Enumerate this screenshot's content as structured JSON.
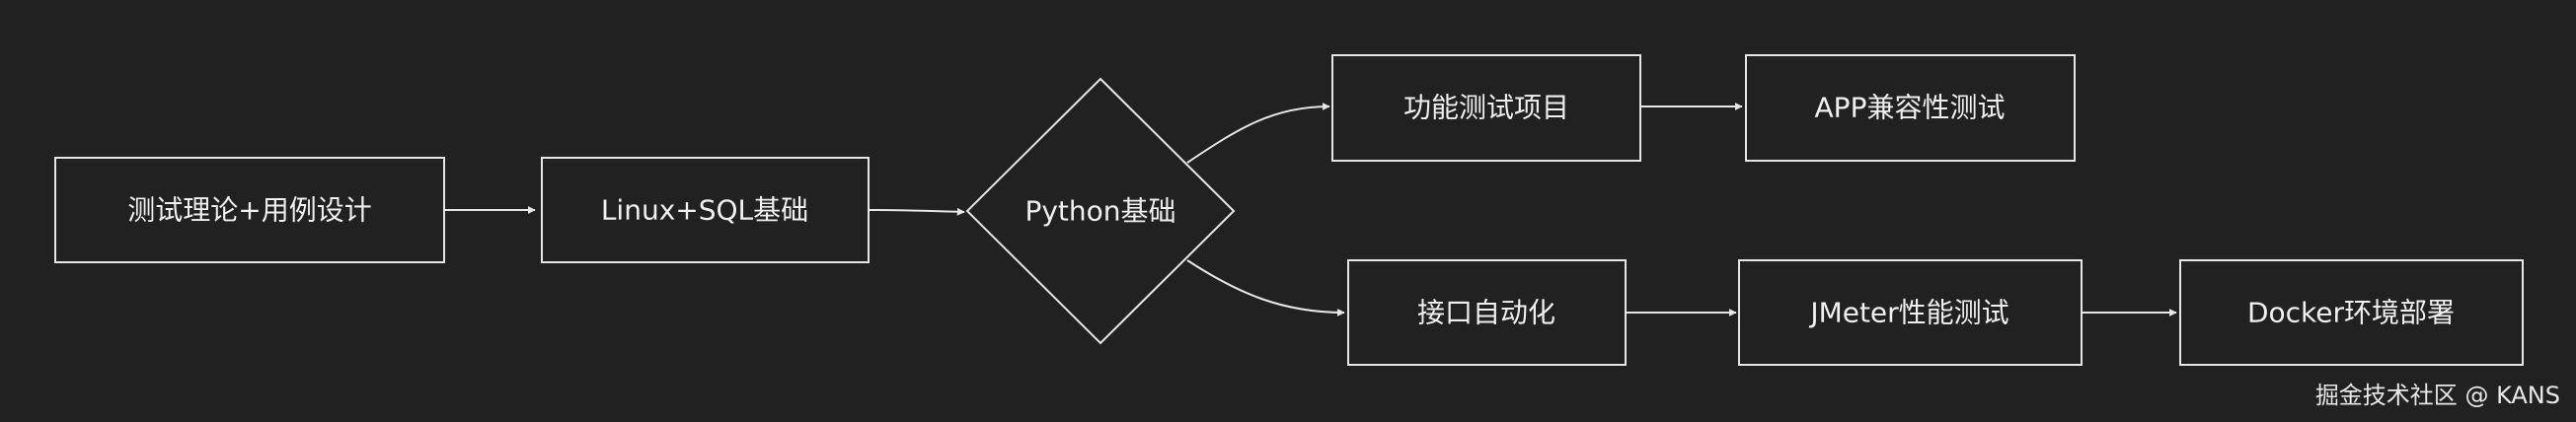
{
  "diagram": {
    "nodes": {
      "theory": "测试理论+用例设计",
      "linux_sql": "Linux+SQL基础",
      "python": "Python基础",
      "functional": "功能测试项目",
      "app_compat": "APP兼容性测试",
      "api_auto": "接口自动化",
      "jmeter": "JMeter性能测试",
      "docker": "Docker环境部署"
    },
    "edges": [
      {
        "from": "theory",
        "to": "linux_sql"
      },
      {
        "from": "linux_sql",
        "to": "python"
      },
      {
        "from": "python",
        "to": "functional"
      },
      {
        "from": "functional",
        "to": "app_compat"
      },
      {
        "from": "python",
        "to": "api_auto"
      },
      {
        "from": "api_auto",
        "to": "jmeter"
      },
      {
        "from": "jmeter",
        "to": "docker"
      }
    ]
  },
  "watermark": "掘金技术社区 @ KANS",
  "colors": {
    "background": "#212121",
    "stroke": "#e6e6e6",
    "text": "#f0f0f0"
  }
}
